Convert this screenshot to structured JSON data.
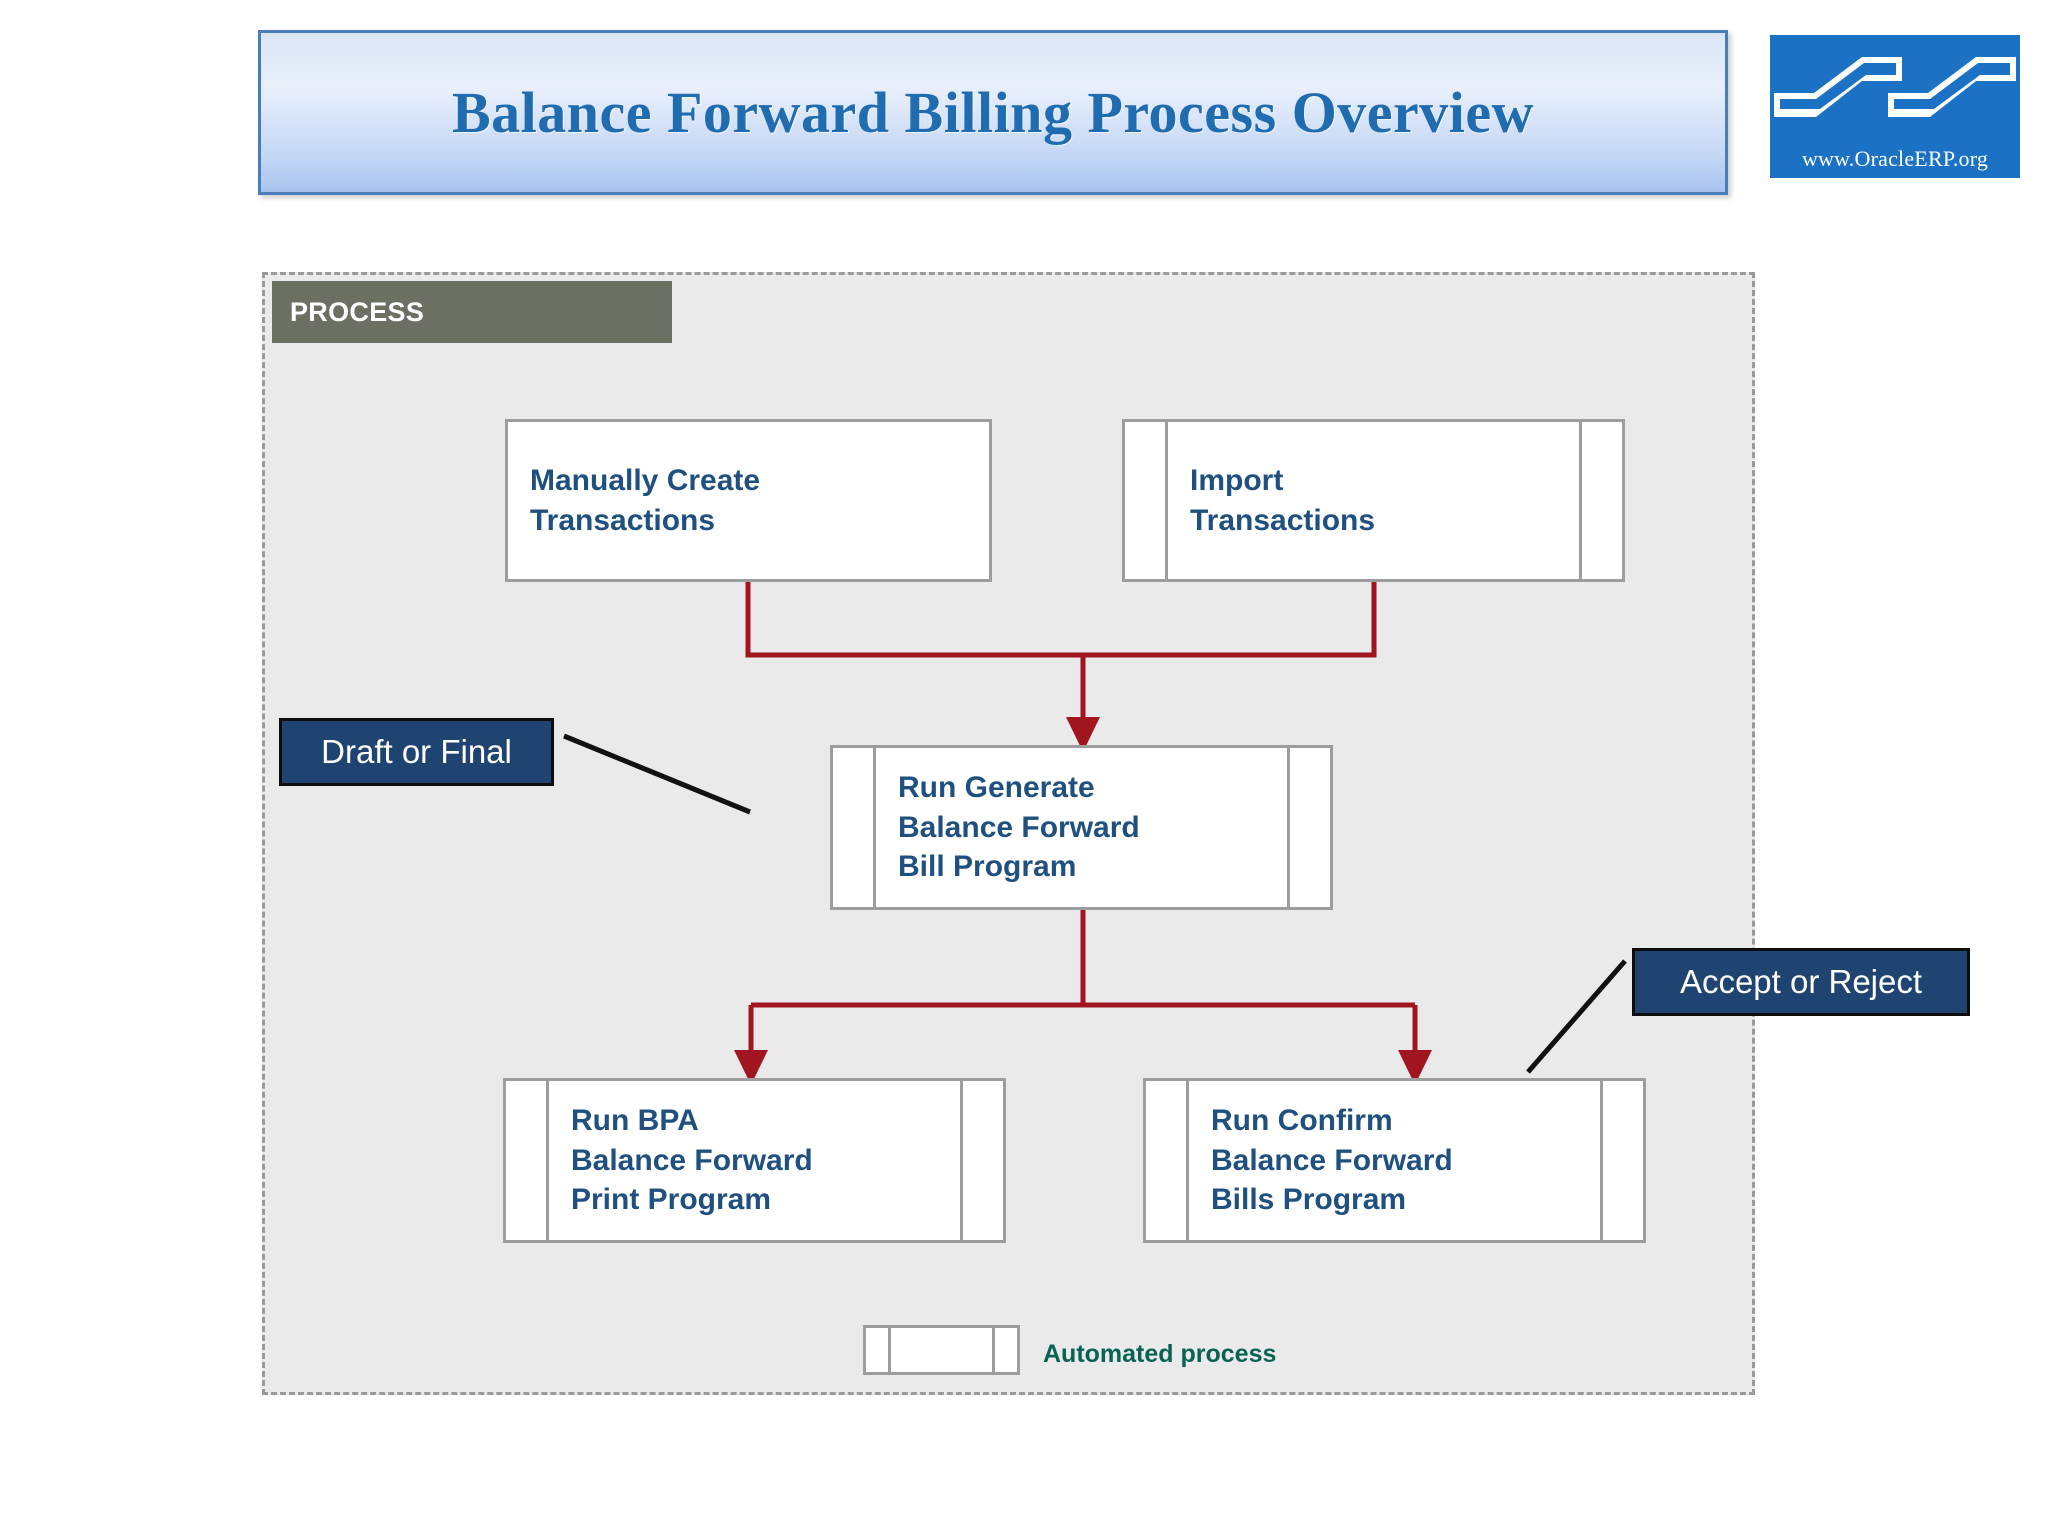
{
  "title": {
    "text": "Balance Forward Billing Process Overview"
  },
  "logo": {
    "name": "oracleerp-logo",
    "url_text": "www.OracleERP.org",
    "background": "#1b72c4"
  },
  "process_frame": {
    "header_label": "PROCESS",
    "header_color": "#6a7062",
    "background": "#eaeaea",
    "border_style": "dashed"
  },
  "nodes": [
    {
      "id": "manually-create-transactions",
      "label": "Manually Create\nTransactions",
      "shape": "process",
      "text_color": "#1f5080"
    },
    {
      "id": "import-transactions",
      "label": "Import\nTransactions",
      "shape": "automated-process",
      "text_color": "#1f5080"
    },
    {
      "id": "run-generate-balance-forward-bill-program",
      "label": "Run Generate\nBalance Forward\nBill Program",
      "shape": "automated-process",
      "text_color": "#1f5080"
    },
    {
      "id": "run-bpa-balance-forward-print-program",
      "label": "Run BPA\nBalance Forward\nPrint Program",
      "shape": "automated-process",
      "text_color": "#1f5080"
    },
    {
      "id": "run-confirm-balance-forward-bills-program",
      "label": "Run Confirm\nBalance Forward\nBills Program",
      "shape": "automated-process",
      "text_color": "#1f5080"
    }
  ],
  "callouts": [
    {
      "id": "draft-or-final",
      "label": "Draft or Final",
      "background": "#1f4472",
      "text_color": "#ffffff"
    },
    {
      "id": "accept-or-reject",
      "label": "Accept or Reject",
      "background": "#1f4472",
      "text_color": "#ffffff"
    }
  ],
  "legend": {
    "label": "Automated process",
    "text_color": "#0a6352",
    "shape": "automated-process"
  },
  "connectors": {
    "color": "#a01520",
    "flows": [
      "manually-create-transactions -> run-generate-balance-forward-bill-program",
      "import-transactions -> run-generate-balance-forward-bill-program",
      "run-generate-balance-forward-bill-program -> run-bpa-balance-forward-print-program",
      "run-generate-balance-forward-bill-program -> run-confirm-balance-forward-bills-program"
    ]
  }
}
